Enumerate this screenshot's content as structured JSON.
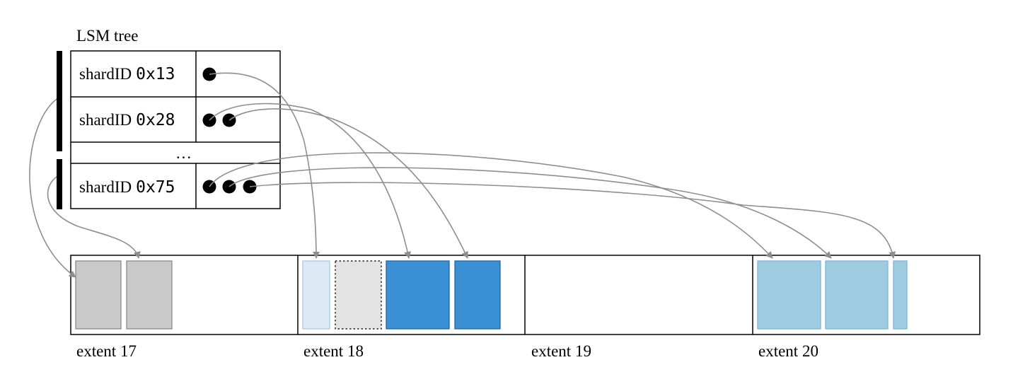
{
  "lsm": {
    "title": "LSM tree",
    "ellipsis": "…",
    "rows": [
      {
        "label": "shardID",
        "id": "0x13",
        "pointers": 1
      },
      {
        "label": "shardID",
        "id": "0x28",
        "pointers": 2
      },
      {
        "label": "shardID",
        "id": "0x75",
        "pointers": 3
      }
    ]
  },
  "extents": [
    {
      "label": "extent 17"
    },
    {
      "label": "extent 18"
    },
    {
      "label": "extent 19"
    },
    {
      "label": "extent 20"
    }
  ],
  "colors": {
    "arrow": "#8e8e8e",
    "gray_block": "#c9c9c9",
    "gray_block_border": "#8a8a8a",
    "faded_blue_block": "#dde9f5",
    "faded_blue_border": "#a9c9e6",
    "dotted_block": "#e3e3e3",
    "dark_blue_block": "#3b8fd3",
    "dark_blue_border": "#1f68aa",
    "light_blue_block": "#9ecae2",
    "light_blue_border": "#7fb3d6"
  }
}
